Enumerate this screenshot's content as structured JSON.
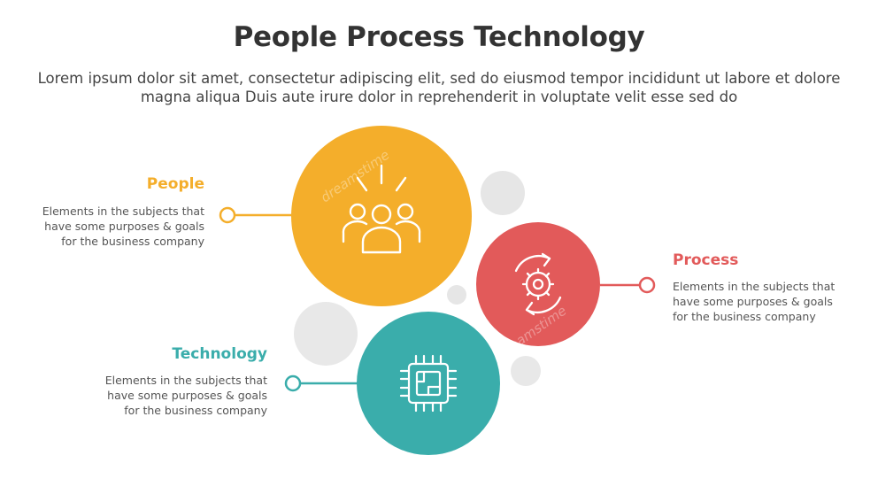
{
  "header": {
    "title": "People Process Technology",
    "subtitle": "Lorem ipsum dolor sit amet, consectetur adipiscing elit, sed do eiusmod tempor incididunt ut labore et dolore magna aliqua Duis aute irure dolor in reprehenderit in voluptate velit esse sed do"
  },
  "items": [
    {
      "label": "People",
      "description": "Elements in the subjects that\nhave  some purposes & goals\nfor the  business company",
      "color": "#f4ae2b",
      "icon": "people-icon"
    },
    {
      "label": "Process",
      "description": "Elements in the subjects that\nhave  some purposes & goals\nfor the  business company",
      "color": "#e25a5a",
      "icon": "gear-cycle-icon"
    },
    {
      "label": "Technology",
      "description": "Elements in the subjects that\nhave  some purposes & goals\nfor the  business company",
      "color": "#3aadab",
      "icon": "chip-icon"
    }
  ],
  "watermark": "dreamstime"
}
